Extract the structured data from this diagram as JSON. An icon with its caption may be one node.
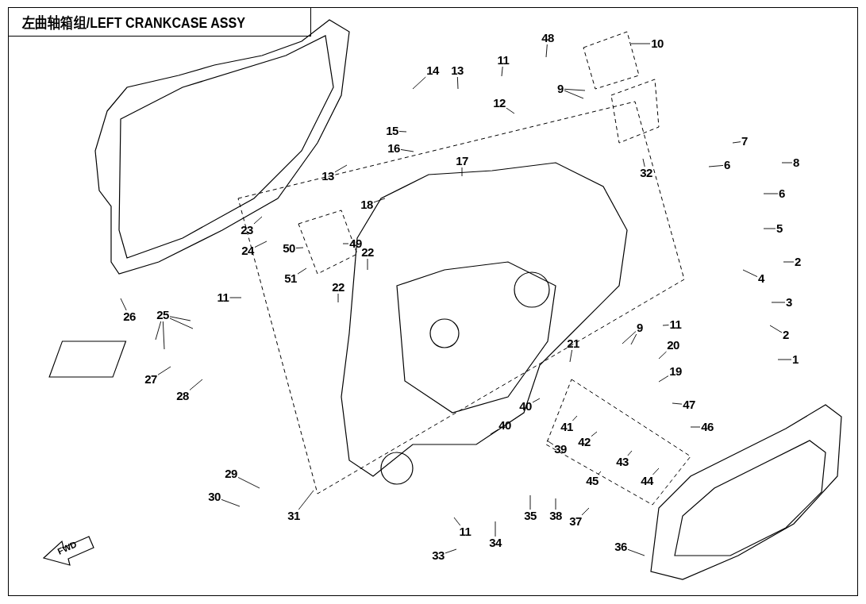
{
  "diagram": {
    "title": "左曲轴箱组/LEFT CRANKCASE ASSY",
    "nodes": [
      {
        "text": [
          "48"
        ]
      },
      {
        "text": [
          "10"
        ]
      },
      {
        "text": [
          "11"
        ]
      },
      {
        "text": [
          "14"
        ]
      },
      {
        "text": [
          "13"
        ]
      },
      {
        "text": [
          "9"
        ]
      },
      {
        "text": [
          "12"
        ]
      },
      {
        "text": [
          "15"
        ]
      },
      {
        "text": [
          "7"
        ]
      },
      {
        "text": [
          "16"
        ]
      },
      {
        "text": [
          "6"
        ]
      },
      {
        "text": [
          "17"
        ]
      },
      {
        "text": [
          "32"
        ]
      },
      {
        "text": [
          "13"
        ]
      },
      {
        "text": [
          "6"
        ]
      },
      {
        "text": [
          "8"
        ]
      },
      {
        "text": [
          "18"
        ]
      },
      {
        "text": [
          "23"
        ]
      },
      {
        "text": [
          "5"
        ]
      },
      {
        "text": [
          "49"
        ]
      },
      {
        "text": [
          "50"
        ]
      },
      {
        "text": [
          "24"
        ]
      },
      {
        "text": [
          "22"
        ]
      },
      {
        "text": [
          "2"
        ]
      },
      {
        "text": [
          "51"
        ]
      },
      {
        "text": [
          "4"
        ]
      },
      {
        "text": [
          "22"
        ]
      },
      {
        "text": [
          "11"
        ]
      },
      {
        "text": [
          "3"
        ]
      },
      {
        "text": [
          "26"
        ]
      },
      {
        "text": [
          "25"
        ]
      },
      {
        "text": [
          "2"
        ]
      },
      {
        "text": [
          "9"
        ]
      },
      {
        "text": [
          "11"
        ]
      },
      {
        "text": [
          "21"
        ]
      },
      {
        "text": [
          "20"
        ]
      },
      {
        "text": [
          "1"
        ]
      },
      {
        "text": [
          "19"
        ]
      },
      {
        "text": [
          "27"
        ]
      },
      {
        "text": [
          "28"
        ]
      },
      {
        "text": [
          "47"
        ]
      },
      {
        "text": [
          "40"
        ]
      },
      {
        "text": [
          "46"
        ]
      },
      {
        "text": [
          "40"
        ]
      },
      {
        "text": [
          "41"
        ]
      },
      {
        "text": [
          "39"
        ]
      },
      {
        "text": [
          "42"
        ]
      },
      {
        "text": [
          "43"
        ]
      },
      {
        "text": [
          "45"
        ]
      },
      {
        "text": [
          "44"
        ]
      },
      {
        "text": [
          "29"
        ]
      },
      {
        "text": [
          "30"
        ]
      },
      {
        "text": [
          "31"
        ]
      },
      {
        "text": [
          "35"
        ]
      },
      {
        "text": [
          "38"
        ]
      },
      {
        "text": [
          "37"
        ]
      },
      {
        "text": [
          "11"
        ]
      },
      {
        "text": [
          "34"
        ]
      },
      {
        "text": [
          "36"
        ]
      },
      {
        "text": [
          "33"
        ]
      }
    ],
    "edges": [
      {
        "from": 0,
        "to": null,
        "arrow": "none"
      },
      {
        "from": 1,
        "to": null,
        "arrow": "none"
      },
      {
        "from": 2,
        "to": null,
        "arrow": "none"
      },
      {
        "from": 3,
        "to": null,
        "arrow": "none"
      },
      {
        "from": 4,
        "to": null,
        "arrow": "none"
      },
      {
        "from": 5,
        "to": null,
        "arrow": "none"
      },
      {
        "from": 5,
        "to": null,
        "arrow": "none"
      },
      {
        "from": 6,
        "to": null,
        "arrow": "none"
      },
      {
        "from": 7,
        "to": null,
        "arrow": "none"
      },
      {
        "from": 8,
        "to": null,
        "arrow": "none"
      },
      {
        "from": 9,
        "to": null,
        "arrow": "none"
      },
      {
        "from": 10,
        "to": null,
        "arrow": "none"
      },
      {
        "from": 11,
        "to": null,
        "arrow": "none"
      },
      {
        "from": 12,
        "to": null,
        "arrow": "none"
      },
      {
        "from": 13,
        "to": null,
        "arrow": "none"
      },
      {
        "from": 14,
        "to": null,
        "arrow": "none"
      },
      {
        "from": 15,
        "to": null,
        "arrow": "none"
      },
      {
        "from": 16,
        "to": null,
        "arrow": "none"
      },
      {
        "from": 17,
        "to": null,
        "arrow": "none"
      },
      {
        "from": 18,
        "to": null,
        "arrow": "none"
      },
      {
        "from": 19,
        "to": null,
        "arrow": "none"
      },
      {
        "from": 20,
        "to": null,
        "arrow": "none"
      },
      {
        "from": 21,
        "to": null,
        "arrow": "none"
      },
      {
        "from": 22,
        "to": null,
        "arrow": "none"
      },
      {
        "from": 23,
        "to": null,
        "arrow": "none"
      },
      {
        "from": 24,
        "to": null,
        "arrow": "none"
      },
      {
        "from": 25,
        "to": null,
        "arrow": "none"
      },
      {
        "from": 26,
        "to": null,
        "arrow": "none"
      },
      {
        "from": 27,
        "to": null,
        "arrow": "none"
      },
      {
        "from": 28,
        "to": null,
        "arrow": "none"
      },
      {
        "from": 29,
        "to": null,
        "arrow": "none"
      },
      {
        "from": 30,
        "to": null,
        "arrow": "none"
      },
      {
        "from": 30,
        "to": null,
        "arrow": "none"
      },
      {
        "from": 30,
        "to": null,
        "arrow": "none"
      },
      {
        "from": 30,
        "to": null,
        "arrow": "none"
      },
      {
        "from": 31,
        "to": null,
        "arrow": "none"
      },
      {
        "from": 32,
        "to": null,
        "arrow": "none"
      },
      {
        "from": 32,
        "to": null,
        "arrow": "none"
      },
      {
        "from": 33,
        "to": null,
        "arrow": "none"
      },
      {
        "from": 34,
        "to": null,
        "arrow": "none"
      },
      {
        "from": 35,
        "to": null,
        "arrow": "none"
      },
      {
        "from": 36,
        "to": null,
        "arrow": "none"
      },
      {
        "from": 37,
        "to": null,
        "arrow": "none"
      },
      {
        "from": 38,
        "to": null,
        "arrow": "none"
      },
      {
        "from": 39,
        "to": null,
        "arrow": "none"
      },
      {
        "from": 40,
        "to": null,
        "arrow": "none"
      },
      {
        "from": 41,
        "to": null,
        "arrow": "none"
      },
      {
        "from": 42,
        "to": null,
        "arrow": "none"
      },
      {
        "from": 43,
        "to": null,
        "arrow": "none"
      },
      {
        "from": 44,
        "to": null,
        "arrow": "none"
      },
      {
        "from": 45,
        "to": null,
        "arrow": "none"
      },
      {
        "from": 46,
        "to": null,
        "arrow": "none"
      },
      {
        "from": 47,
        "to": null,
        "arrow": "none"
      },
      {
        "from": 48,
        "to": null,
        "arrow": "none"
      },
      {
        "from": 49,
        "to": null,
        "arrow": "none"
      },
      {
        "from": 50,
        "to": null,
        "arrow": "none"
      },
      {
        "from": 51,
        "to": null,
        "arrow": "none"
      },
      {
        "from": 52,
        "to": null,
        "arrow": "none"
      },
      {
        "from": 53,
        "to": null,
        "arrow": "none"
      },
      {
        "from": 54,
        "to": null,
        "arrow": "none"
      },
      {
        "from": 55,
        "to": null,
        "arrow": "none"
      },
      {
        "from": 56,
        "to": null,
        "arrow": "none"
      },
      {
        "from": 57,
        "to": null,
        "arrow": "none"
      },
      {
        "from": 58,
        "to": null,
        "arrow": "none"
      },
      {
        "from": 59,
        "to": null,
        "arrow": "none"
      }
    ],
    "labels": [
      "FWD"
    ]
  }
}
